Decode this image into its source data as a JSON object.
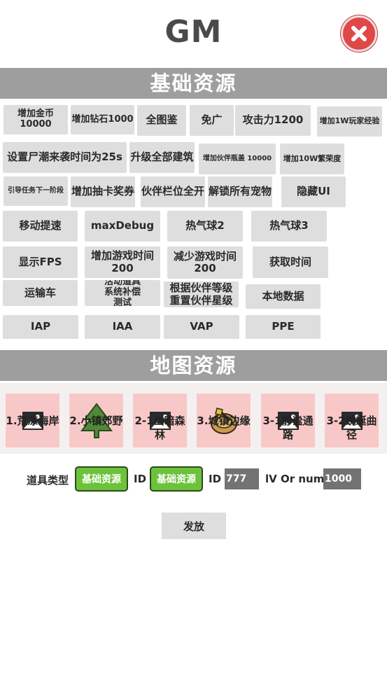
{
  "header": {
    "title": "GM"
  },
  "sections": {
    "basic": "基础资源",
    "map": "地图资源"
  },
  "buttons": {
    "b01": "增加金币10000",
    "b02": "增加钻石1000",
    "b03": "全图鉴",
    "b04": "免广",
    "b05": "攻击力1200",
    "b06": "增加1W玩家经验",
    "b07": "设置尸潮来袭时间为25s",
    "b08": "升级全部建筑",
    "b09": "增加伙伴瓶盖 10000",
    "b10": "增加10W繁荣度",
    "b11": "引导任务下一阶段",
    "b12": "增加抽卡奖券",
    "b13": "伙伴栏位全开",
    "b14": "解锁所有宠物",
    "b15": "隐藏UI",
    "b16": "移动提速",
    "b17": "maxDebug",
    "b18": "热气球2",
    "b19": "热气球3",
    "b20": "显示FPS",
    "b21": "增加游戏时间200",
    "b22": "减少游戏时间200",
    "b23": "获取时间",
    "b24": "运输车",
    "b25": "活动道具\n系统补偿\n测试",
    "b26": "根据伙伴等级\n重置伙伴星级",
    "b27": "本地数据",
    "b28": "IAP",
    "b29": "IAA",
    "b30": "VAP",
    "b31": "PPE"
  },
  "maps": [
    {
      "label": "1.荒凉海岸",
      "icon": "image-placeholder-icon"
    },
    {
      "label": "2.小镇郊野",
      "icon": "pine-tree-icon"
    },
    {
      "label": "2-1幽暗森林",
      "icon": "image-placeholder-icon"
    },
    {
      "label": "3.城镇边缘",
      "icon": "tree-stump-axe-icon"
    },
    {
      "label": "3-1静谧通路",
      "icon": "image-placeholder-icon"
    },
    {
      "label": "3-2蜿蜒曲径",
      "icon": "image-placeholder-icon"
    }
  ],
  "form": {
    "item_type_label": "道具类型",
    "item_type_value": "基础资源",
    "id_label": "ID",
    "id_value": "基础资源",
    "id_input_label": "ID",
    "id_input_value": "777",
    "lv_label": "lV Or num",
    "lv_input_value": "1000",
    "send_label": "发放"
  },
  "colors": {
    "section_bar": "#9e9e9e",
    "button_bg": "#dedede",
    "close_red": "#e04848",
    "map_card_pink": "#f8c8c8",
    "green_button": "#6cc23a",
    "input_bg": "#737373"
  }
}
